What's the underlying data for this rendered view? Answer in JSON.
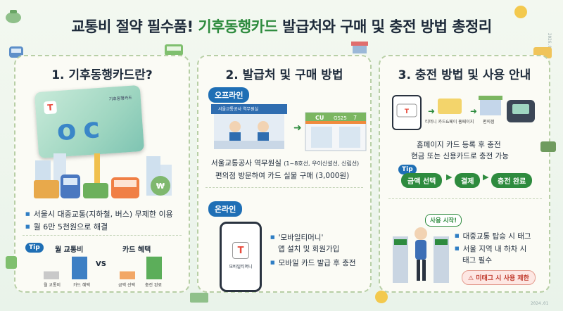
{
  "title": {
    "part1": "교통비 절약 필수품!",
    "highlight": "기후동행카드",
    "part2": "발급처와 구매 및 충전 방법 총정리"
  },
  "stamp_top": "2026.01",
  "stamp_bottom": "2024.01",
  "section1": {
    "title": "1. 기후동행카드란?",
    "card_brand": "기후동행카드",
    "bullets": [
      "서울시 대중교통(지하철, 버스) 무제한 이용",
      "월 6만 5천원으로 해결"
    ],
    "tip_label": "Tip",
    "compare": {
      "left_title": "월 교통비",
      "right_title": "카드 혜택",
      "vs": "VS",
      "left_labels": [
        "월 교통비",
        "카드 혜택"
      ],
      "right_labels": [
        "금액 선택",
        "충전 완료"
      ],
      "left_values": [
        0.3,
        0.85
      ],
      "right_values": [
        0.3,
        0.85
      ]
    }
  },
  "section2": {
    "title": "2. 발급처 및 구매 방법",
    "offline_label": "오프라인",
    "station_sign": "서울교통공사 역무원실",
    "offline_text_1": "서울교통공사 역무원실",
    "offline_text_1b": "(1~8호선, 우이신설선, 신림선)",
    "offline_text_2": "편의점 방문하여 카드 실물 구매 (3,000원)",
    "online_label": "온라인",
    "app_name": "모바일티머니",
    "online_bullets": [
      "'모바일티머니'",
      "앱 설치 및 회원가입",
      "모바일 카드 발급 후 충전"
    ]
  },
  "section3": {
    "title": "3. 충전 방법 및 사용 안내",
    "flow_labels": [
      "티머니 카드&페이 홈페이지",
      "편의점"
    ],
    "text_1": "홈페이지 카드 등록 후 충전",
    "text_2": "현금 또는 신용카드로 충전 가능",
    "tip_label": "Tip",
    "steps": [
      "금액 선택",
      "결제",
      "충전 완료"
    ],
    "speech": "사용 시작!",
    "bullets": [
      "대중교통 탑승 시 태그",
      "서울 지역 내 하차 시",
      "태그 필수"
    ],
    "warning": "미태그 시 사용 제한"
  }
}
